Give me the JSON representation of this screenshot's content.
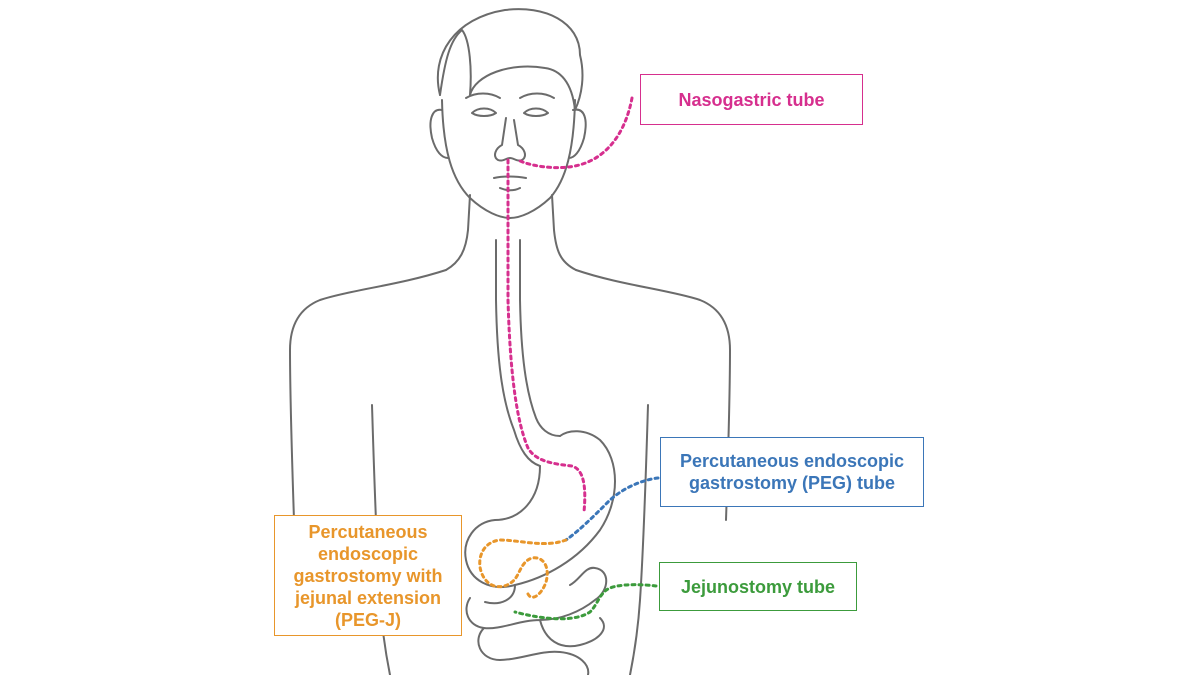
{
  "colors": {
    "outline": "#6b6b6b",
    "nasogastric": "#d62f8e",
    "peg": "#3b76b8",
    "jejunostomy": "#3c9b3c",
    "peg_j": "#e8962b"
  },
  "labels": {
    "nasogastric": "Nasogastric tube",
    "peg_line1": "Percutaneous endoscopic",
    "peg_line2": "gastrostomy (PEG) tube",
    "jejunostomy": "Jejunostomy tube",
    "peg_j_line1": "Percutaneous",
    "peg_j_line2": "endoscopic",
    "peg_j_line3": "gastrostomy with",
    "peg_j_line4": "jejunal extension",
    "peg_j_line5": "(PEG-J)"
  }
}
